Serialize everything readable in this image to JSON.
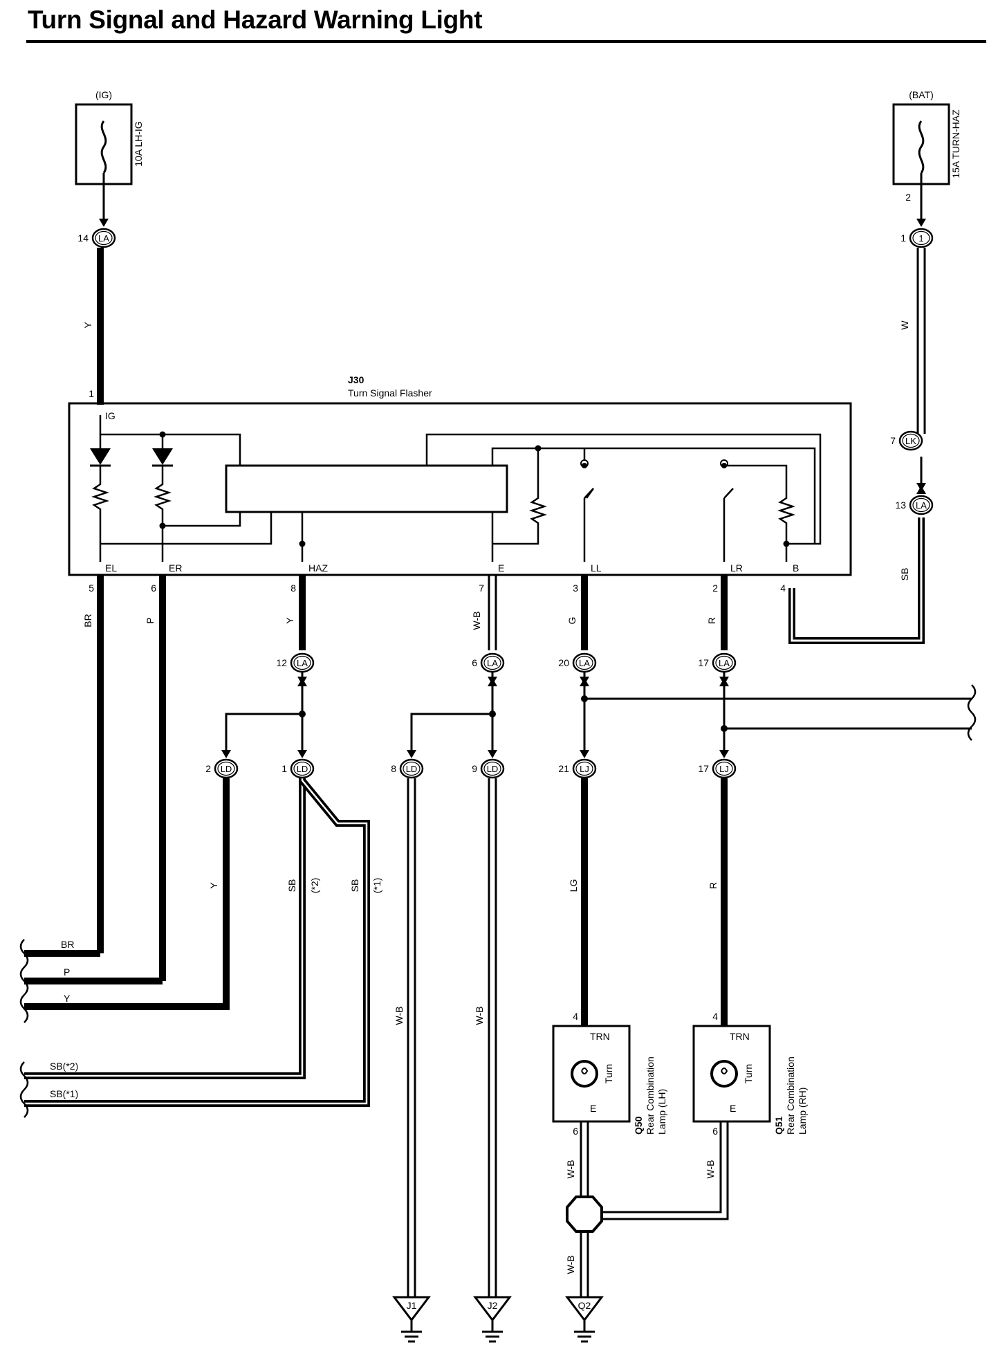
{
  "title": "Turn Signal and Hazard Warning Light",
  "fuses": [
    {
      "id": "fuse-ig",
      "source": "(IG)",
      "name": "10A LH-IG"
    },
    {
      "id": "fuse-bat",
      "source": "(BAT)",
      "name": "15A TURN-HAZ"
    }
  ],
  "flasher": {
    "code": "J30",
    "name": "Turn Signal Flasher"
  },
  "flasher_pins": [
    {
      "num": "1",
      "label": "IG"
    },
    {
      "num": "5",
      "label": "EL"
    },
    {
      "num": "6",
      "label": "ER"
    },
    {
      "num": "8",
      "label": "HAZ"
    },
    {
      "num": "7",
      "label": "E"
    },
    {
      "num": "3",
      "label": "LL"
    },
    {
      "num": "2",
      "label": "LR"
    },
    {
      "num": "4",
      "label": "B"
    }
  ],
  "connectors": [
    {
      "pin": "14",
      "conn": "LA"
    },
    {
      "pin": "1",
      "conn": "1"
    },
    {
      "pin": "7",
      "conn": "LK"
    },
    {
      "pin": "13",
      "conn": "LA"
    },
    {
      "pin": "12",
      "conn": "LA"
    },
    {
      "pin": "6",
      "conn": "LA"
    },
    {
      "pin": "20",
      "conn": "LA"
    },
    {
      "pin": "17",
      "conn": "LA"
    },
    {
      "pin": "2",
      "conn": "LD"
    },
    {
      "pin": "1",
      "conn": "LD"
    },
    {
      "pin": "8",
      "conn": "LD"
    },
    {
      "pin": "9",
      "conn": "LD"
    },
    {
      "pin": "21",
      "conn": "LJ"
    },
    {
      "pin": "17",
      "conn": "LJ"
    }
  ],
  "fuse_bat_pin": "2",
  "wire_colors": {
    "ig_feed": "Y",
    "bat_feed": "W",
    "b_feed": "SB",
    "el": "BR",
    "er": "P",
    "haz": "Y",
    "e": "W-B",
    "ll": "G",
    "lr": "R",
    "ld2": "Y",
    "ld1_2": "SB",
    "ld1_2_note": "(*2)",
    "ld1_1": "SB",
    "ld1_1_note": "(*1)",
    "lj21": "LG",
    "lj17": "R",
    "ld8": "W-B",
    "ld9": "W-B",
    "q50_e": "W-B",
    "q51_e": "W-B",
    "q2": "W-B"
  },
  "offpage_left": [
    "BR",
    "P",
    "Y",
    "SB(*2)",
    "SB(*1)"
  ],
  "lamps": [
    {
      "code": "Q50",
      "name": "Rear Combination",
      "side": "Lamp (LH)",
      "pin_top": "4",
      "term_top": "TRN",
      "pin_bottom": "6",
      "term_bottom": "E",
      "bulb": "Turn"
    },
    {
      "code": "Q51",
      "name": "Rear Combination",
      "side": "Lamp (RH)",
      "pin_top": "4",
      "term_top": "TRN",
      "pin_bottom": "6",
      "term_bottom": "E",
      "bulb": "Turn"
    }
  ],
  "grounds": [
    "J1",
    "J2",
    "Q2"
  ]
}
